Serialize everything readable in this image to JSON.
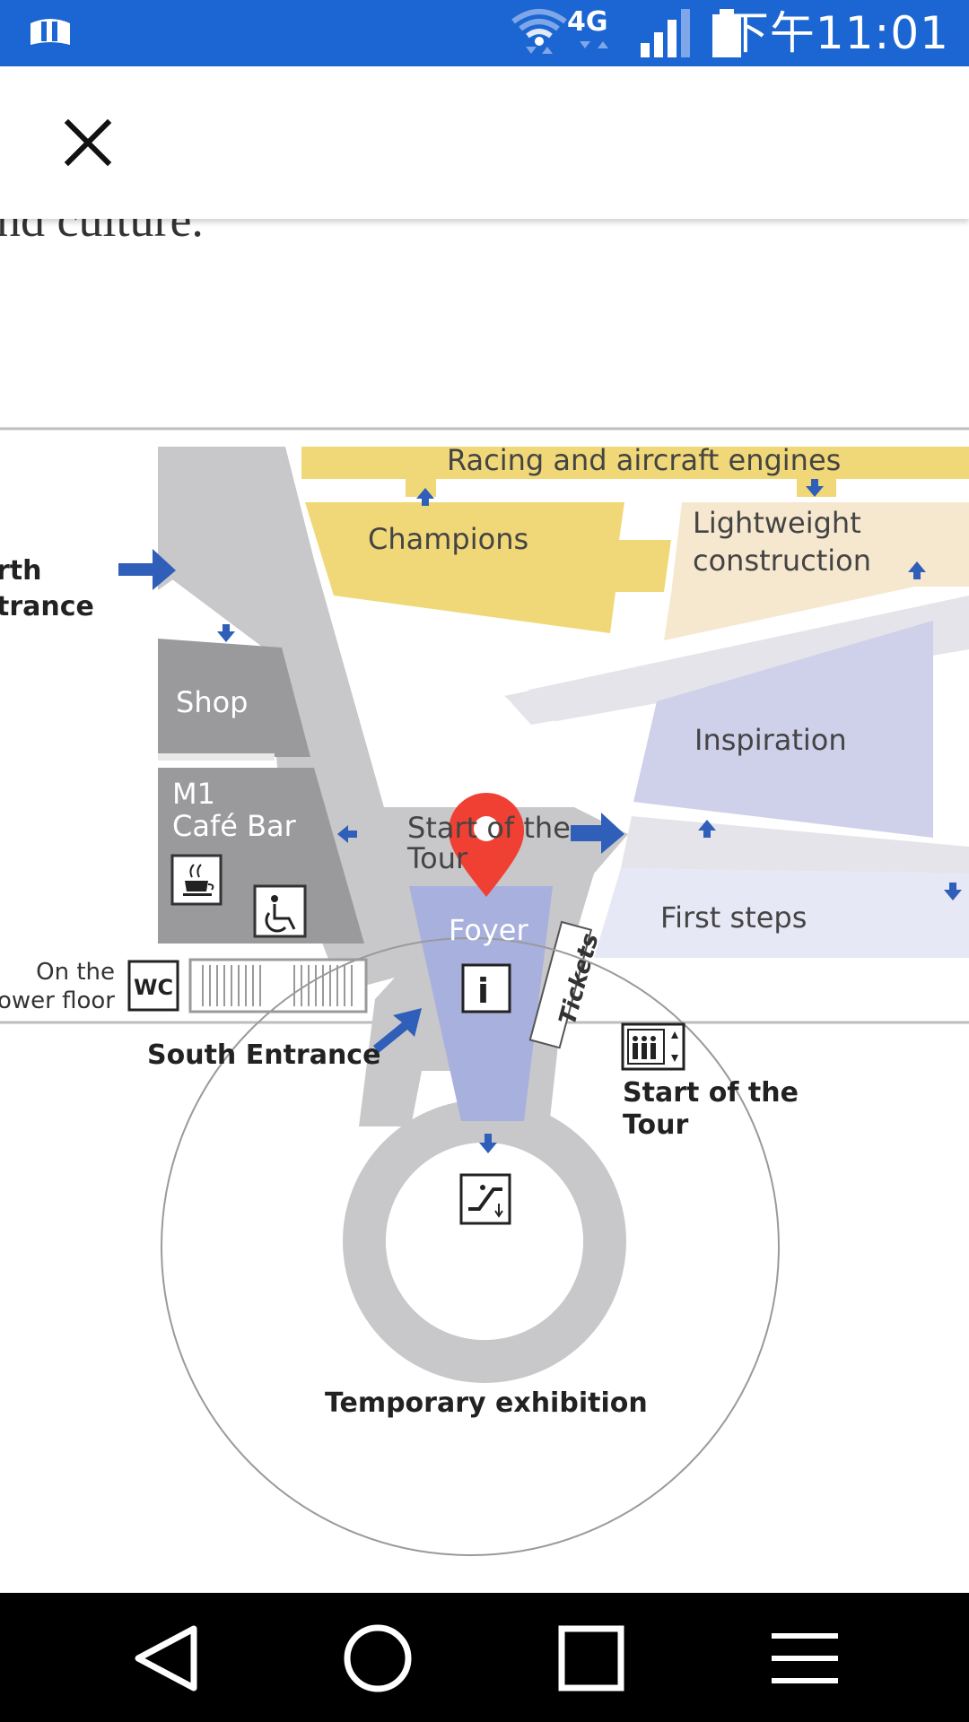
{
  "status_bar": {
    "network_label": "4G",
    "time": "下午11:01",
    "icons": [
      "app-notification-icon",
      "wifi-icon",
      "mobile-data-icon",
      "signal-icon",
      "battery-icon"
    ]
  },
  "app_bar": {
    "close_icon": "close-icon"
  },
  "content": {
    "clipped_text": "nd culture."
  },
  "map": {
    "labels": {
      "racing_engines": "Racing and aircraft engines",
      "champions": "Champions",
      "lightweight_1": "Lightweight",
      "lightweight_2": "construction",
      "north_1": "rth",
      "north_2": "trance",
      "shop": "Shop",
      "cafe_1": "M1",
      "cafe_2": "Café Bar",
      "inspiration": "Inspiration",
      "start_tour_top_1": "Start of the",
      "start_tour_top_2": "Tour",
      "first_steps": "First steps",
      "foyer": "Foyer",
      "tickets": "Tickets",
      "lower_floor_1": "On the",
      "lower_floor_2": "lower floor",
      "wc": "WC",
      "info": "i",
      "south_entrance": "South Entrance",
      "start_tour_1": "Start of the",
      "start_tour_2": "Tour",
      "temporary_exhibition": "Temporary exhibition"
    },
    "colors": {
      "walkway": "#c8c8ca",
      "area_dark": "#9a9a9c",
      "yellow": "#f0d878",
      "beige": "#f6e7cf",
      "lavender": "#cfd0e9",
      "light_lavender": "#e7e8f6",
      "foyer": "#a8b0de",
      "arrow": "#2f5fb8",
      "marker": "#f04034"
    }
  },
  "nav_bar": {
    "icons": [
      "back-icon",
      "home-icon",
      "recents-icon",
      "menu-icon"
    ]
  }
}
